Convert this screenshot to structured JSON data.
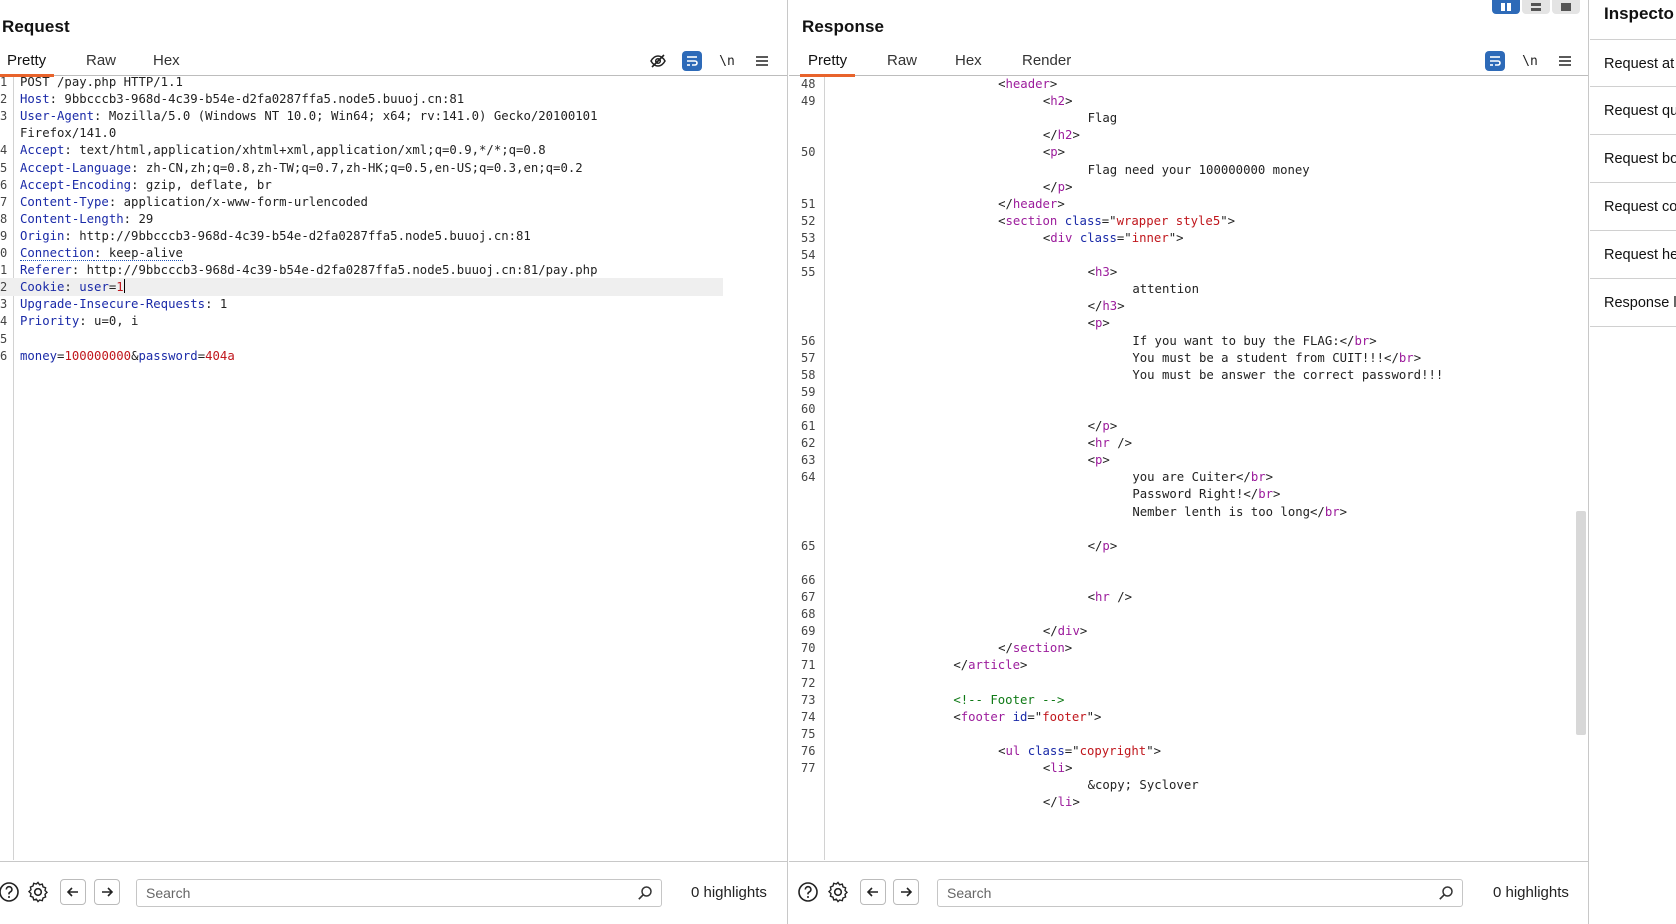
{
  "request": {
    "title": "Request",
    "tabs": [
      "Pretty",
      "Raw",
      "Hex"
    ],
    "active_tab": "Pretty",
    "lines": [
      {
        "n": "1",
        "parts": [
          [
            "v",
            "POST /pay.php HTTP/1.1"
          ]
        ]
      },
      {
        "n": "2",
        "parts": [
          [
            "k",
            "Host"
          ],
          [
            "v",
            ": 9bbcccb3-968d-4c39-b54e-d2fa0287ffa5.node5.buuoj.cn:81"
          ]
        ]
      },
      {
        "n": "3",
        "parts": [
          [
            "k",
            "User-Agent"
          ],
          [
            "v",
            ": Mozilla/5.0 (Windows NT 10.0; Win64; x64; rv:141.0) Gecko/20100101"
          ]
        ]
      },
      {
        "n": "",
        "parts": [
          [
            "v",
            "Firefox/141.0"
          ]
        ]
      },
      {
        "n": "4",
        "parts": [
          [
            "k",
            "Accept"
          ],
          [
            "v",
            ": text/html,application/xhtml+xml,application/xml;q=0.9,*/*;q=0.8"
          ]
        ]
      },
      {
        "n": "5",
        "parts": [
          [
            "k",
            "Accept-Language"
          ],
          [
            "v",
            ": zh-CN,zh;q=0.8,zh-TW;q=0.7,zh-HK;q=0.5,en-US;q=0.3,en;q=0.2"
          ]
        ]
      },
      {
        "n": "6",
        "parts": [
          [
            "k",
            "Accept-Encoding"
          ],
          [
            "v",
            ": gzip, deflate, br"
          ]
        ]
      },
      {
        "n": "7",
        "parts": [
          [
            "k",
            "Content-Type"
          ],
          [
            "v",
            ": application/x-www-form-urlencoded"
          ]
        ]
      },
      {
        "n": "8",
        "parts": [
          [
            "k",
            "Content-Length"
          ],
          [
            "v",
            ": 29"
          ]
        ]
      },
      {
        "n": "9",
        "parts": [
          [
            "k",
            "Origin"
          ],
          [
            "v",
            ": http://9bbcccb3-968d-4c39-b54e-d2fa0287ffa5.node5.buuoj.cn:81"
          ]
        ]
      },
      {
        "n": "0",
        "parts": [
          [
            "kd",
            "Connection"
          ],
          [
            "vd",
            ": keep-alive"
          ]
        ]
      },
      {
        "n": "1",
        "parts": [
          [
            "k",
            "Referer"
          ],
          [
            "v",
            ": http://9bbcccb3-968d-4c39-b54e-d2fa0287ffa5.node5.buuoj.cn:81/pay.php"
          ]
        ]
      },
      {
        "n": "2",
        "parts": [
          [
            "k",
            "Cookie"
          ],
          [
            "v",
            ": "
          ],
          [
            "k",
            "user"
          ],
          [
            "v",
            "="
          ],
          [
            "r",
            "1"
          ],
          [
            "caret",
            ""
          ]
        ],
        "highlight": true
      },
      {
        "n": "3",
        "parts": [
          [
            "k",
            "Upgrade-Insecure-Requests"
          ],
          [
            "v",
            ": 1"
          ]
        ]
      },
      {
        "n": "4",
        "parts": [
          [
            "k",
            "Priority"
          ],
          [
            "v",
            ": u=0, i"
          ]
        ]
      },
      {
        "n": "5",
        "parts": []
      },
      {
        "n": "6",
        "parts": [
          [
            "k",
            "money"
          ],
          [
            "v",
            "="
          ],
          [
            "r",
            "100000000"
          ],
          [
            "v",
            "&"
          ],
          [
            "k",
            "password"
          ],
          [
            "v",
            "="
          ],
          [
            "r",
            "404a"
          ]
        ]
      }
    ],
    "search_placeholder": "Search",
    "highlights": "0 highlights"
  },
  "response": {
    "title": "Response",
    "tabs": [
      "Pretty",
      "Raw",
      "Hex",
      "Render"
    ],
    "active_tab": "Pretty",
    "lines": [
      {
        "n": "48",
        "indent": 18,
        "parts": [
          [
            "v",
            "<"
          ],
          [
            "t",
            "header"
          ],
          [
            "v",
            ">"
          ]
        ]
      },
      {
        "n": "49",
        "indent": 23,
        "parts": [
          [
            "v",
            "<"
          ],
          [
            "t",
            "h2"
          ],
          [
            "v",
            ">"
          ]
        ]
      },
      {
        "n": "",
        "indent": 28,
        "parts": [
          [
            "v",
            "Flag"
          ]
        ]
      },
      {
        "n": "",
        "indent": 23,
        "parts": [
          [
            "v",
            "</"
          ],
          [
            "t",
            "h2"
          ],
          [
            "v",
            ">"
          ]
        ]
      },
      {
        "n": "50",
        "indent": 23,
        "parts": [
          [
            "v",
            "<"
          ],
          [
            "t",
            "p"
          ],
          [
            "v",
            ">"
          ]
        ]
      },
      {
        "n": "",
        "indent": 28,
        "parts": [
          [
            "v",
            "Flag need your 100000000 money"
          ]
        ]
      },
      {
        "n": "",
        "indent": 23,
        "parts": [
          [
            "v",
            "</"
          ],
          [
            "t",
            "p"
          ],
          [
            "v",
            ">"
          ]
        ]
      },
      {
        "n": "51",
        "indent": 18,
        "parts": [
          [
            "v",
            "</"
          ],
          [
            "t",
            "header"
          ],
          [
            "v",
            ">"
          ]
        ]
      },
      {
        "n": "52",
        "indent": 18,
        "parts": [
          [
            "v",
            "<"
          ],
          [
            "t",
            "section"
          ],
          [
            "v",
            " "
          ],
          [
            "a",
            "class"
          ],
          [
            "v",
            "=\""
          ],
          [
            "s",
            "wrapper style5"
          ],
          [
            "v",
            "\">"
          ]
        ]
      },
      {
        "n": "53",
        "indent": 23,
        "parts": [
          [
            "v",
            "<"
          ],
          [
            "t",
            "div"
          ],
          [
            "v",
            " "
          ],
          [
            "a",
            "class"
          ],
          [
            "v",
            "=\""
          ],
          [
            "s",
            "inner"
          ],
          [
            "v",
            "\">"
          ]
        ]
      },
      {
        "n": "54",
        "indent": 0,
        "parts": []
      },
      {
        "n": "55",
        "indent": 28,
        "parts": [
          [
            "v",
            "<"
          ],
          [
            "t",
            "h3"
          ],
          [
            "v",
            ">"
          ]
        ]
      },
      {
        "n": "",
        "indent": 33,
        "parts": [
          [
            "v",
            "attention"
          ]
        ]
      },
      {
        "n": "",
        "indent": 28,
        "parts": [
          [
            "v",
            "</"
          ],
          [
            "t",
            "h3"
          ],
          [
            "v",
            ">"
          ]
        ]
      },
      {
        "n": "",
        "indent": 28,
        "parts": [
          [
            "v",
            "<"
          ],
          [
            "t",
            "p"
          ],
          [
            "v",
            ">"
          ]
        ]
      },
      {
        "n": "56",
        "indent": 33,
        "parts": [
          [
            "v",
            "If you want to buy the FLAG:</"
          ],
          [
            "t",
            "br"
          ],
          [
            "v",
            ">"
          ]
        ]
      },
      {
        "n": "57",
        "indent": 33,
        "parts": [
          [
            "v",
            "You must be a student from CUIT!!!</"
          ],
          [
            "t",
            "br"
          ],
          [
            "v",
            ">"
          ]
        ]
      },
      {
        "n": "58",
        "indent": 33,
        "parts": [
          [
            "v",
            "You must be answer the correct password!!!"
          ]
        ]
      },
      {
        "n": "59",
        "indent": 0,
        "parts": []
      },
      {
        "n": "60",
        "indent": 0,
        "parts": []
      },
      {
        "n": "61",
        "indent": 28,
        "parts": [
          [
            "v",
            "</"
          ],
          [
            "t",
            "p"
          ],
          [
            "v",
            ">"
          ]
        ]
      },
      {
        "n": "62",
        "indent": 28,
        "parts": [
          [
            "v",
            "<"
          ],
          [
            "t",
            "hr"
          ],
          [
            "v",
            " />"
          ]
        ]
      },
      {
        "n": "63",
        "indent": 28,
        "parts": [
          [
            "v",
            "<"
          ],
          [
            "t",
            "p"
          ],
          [
            "v",
            ">"
          ]
        ]
      },
      {
        "n": "64",
        "indent": 33,
        "parts": [
          [
            "v",
            "you are Cuiter</"
          ],
          [
            "t",
            "br"
          ],
          [
            "v",
            ">"
          ]
        ]
      },
      {
        "n": "",
        "indent": 33,
        "parts": [
          [
            "v",
            "Password Right!</"
          ],
          [
            "t",
            "br"
          ],
          [
            "v",
            ">"
          ]
        ]
      },
      {
        "n": "",
        "indent": 33,
        "parts": [
          [
            "v",
            "Nember lenth is too long</"
          ],
          [
            "t",
            "br"
          ],
          [
            "v",
            ">"
          ]
        ]
      },
      {
        "n": "",
        "indent": 0,
        "parts": []
      },
      {
        "n": "65",
        "indent": 28,
        "parts": [
          [
            "v",
            "</"
          ],
          [
            "t",
            "p"
          ],
          [
            "v",
            ">"
          ]
        ]
      },
      {
        "n": "",
        "indent": 0,
        "parts": []
      },
      {
        "n": "66",
        "indent": 0,
        "parts": []
      },
      {
        "n": "67",
        "indent": 28,
        "parts": [
          [
            "v",
            "<"
          ],
          [
            "t",
            "hr"
          ],
          [
            "v",
            " />"
          ]
        ]
      },
      {
        "n": "68",
        "indent": 0,
        "parts": []
      },
      {
        "n": "69",
        "indent": 23,
        "parts": [
          [
            "v",
            "</"
          ],
          [
            "t",
            "div"
          ],
          [
            "v",
            ">"
          ]
        ]
      },
      {
        "n": "70",
        "indent": 18,
        "parts": [
          [
            "v",
            "</"
          ],
          [
            "t",
            "section"
          ],
          [
            "v",
            ">"
          ]
        ]
      },
      {
        "n": "71",
        "indent": 13,
        "parts": [
          [
            "v",
            "</"
          ],
          [
            "t",
            "article"
          ],
          [
            "v",
            ">"
          ]
        ]
      },
      {
        "n": "72",
        "indent": 0,
        "parts": []
      },
      {
        "n": "73",
        "indent": 13,
        "parts": [
          [
            "c",
            "<!-- Footer -->"
          ]
        ]
      },
      {
        "n": "74",
        "indent": 13,
        "parts": [
          [
            "v",
            "<"
          ],
          [
            "t",
            "footer"
          ],
          [
            "v",
            " "
          ],
          [
            "a",
            "id"
          ],
          [
            "v",
            "=\""
          ],
          [
            "s",
            "footer"
          ],
          [
            "v",
            "\">"
          ]
        ]
      },
      {
        "n": "75",
        "indent": 0,
        "parts": []
      },
      {
        "n": "76",
        "indent": 18,
        "parts": [
          [
            "v",
            "<"
          ],
          [
            "t",
            "ul"
          ],
          [
            "v",
            " "
          ],
          [
            "a",
            "class"
          ],
          [
            "v",
            "=\""
          ],
          [
            "s",
            "copyright"
          ],
          [
            "v",
            "\">"
          ]
        ]
      },
      {
        "n": "77",
        "indent": 23,
        "parts": [
          [
            "v",
            "<"
          ],
          [
            "t",
            "li"
          ],
          [
            "v",
            ">"
          ]
        ]
      },
      {
        "n": "",
        "indent": 28,
        "parts": [
          [
            "v",
            "&copy; Syclover"
          ]
        ]
      },
      {
        "n": "",
        "indent": 23,
        "parts": [
          [
            "v",
            "</"
          ],
          [
            "t",
            "li"
          ],
          [
            "v",
            ">"
          ]
        ]
      }
    ],
    "search_placeholder": "Search",
    "highlights": "0 highlights"
  },
  "inspector": {
    "title": "Inspecto",
    "items": [
      "Request at",
      "Request qu",
      "Request bo",
      "Request co",
      "Request he",
      "Response l"
    ]
  },
  "colors": {
    "accent": "#e8632b",
    "toggle_blue": "#2d6ab8",
    "header_key": "#1a2aa8",
    "value_red": "#c0161c",
    "tag_purple": "#9c1c9c",
    "comment_green": "#0f7a16"
  },
  "icons": {
    "toolbar_req": [
      "eye-off-icon",
      "wrap-icon",
      "newline-icon",
      "menu-icon"
    ],
    "toolbar_resp": [
      "wrap-icon",
      "newline-icon",
      "menu-icon"
    ],
    "bottombar": [
      "help-icon",
      "gear-icon",
      "arrow-left-icon",
      "arrow-right-icon",
      "search-icon"
    ],
    "layout": [
      "split-columns-icon",
      "split-rows-icon",
      "single-pane-icon"
    ]
  },
  "toolbar_newline_label": "\\n"
}
